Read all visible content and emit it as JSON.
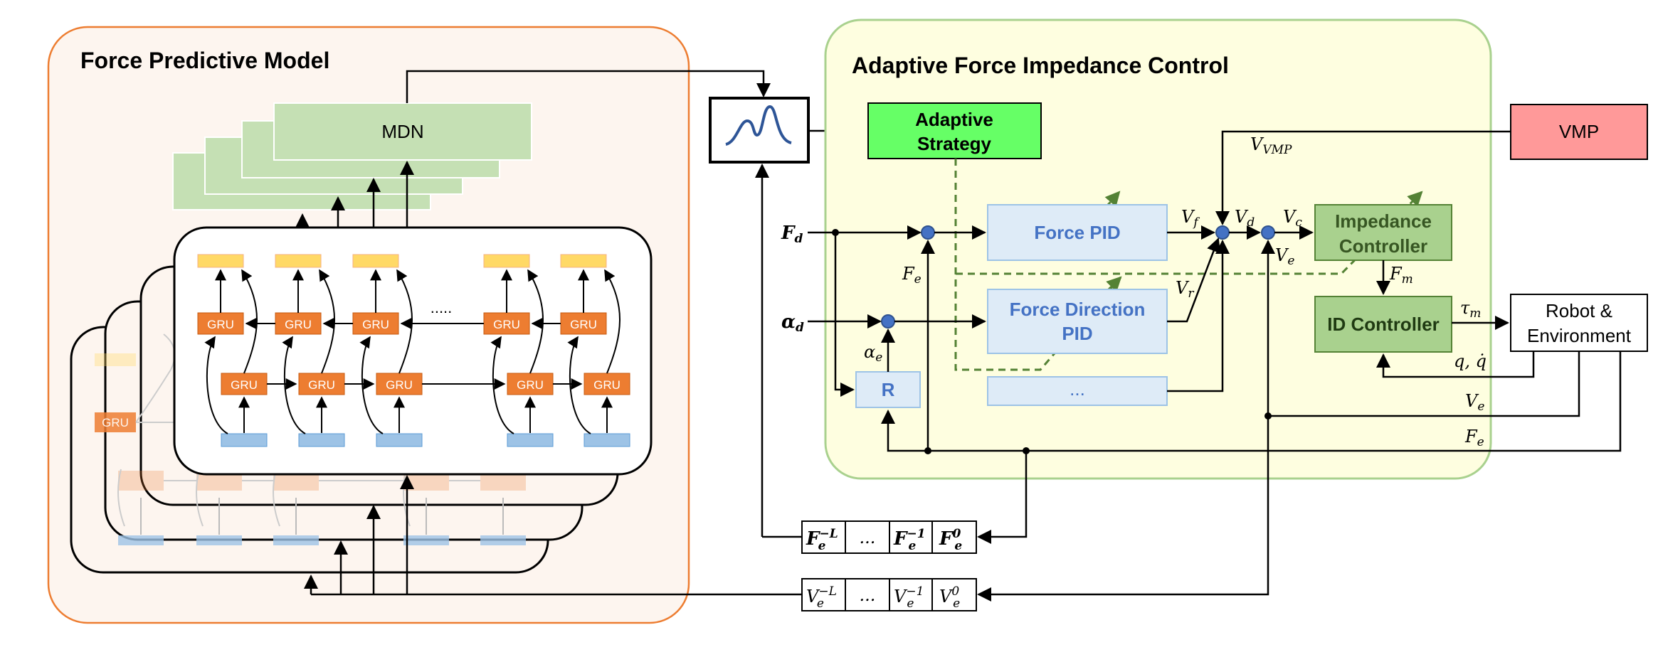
{
  "fpm": {
    "title": "Force Predictive Model",
    "mdn_label": "MDN",
    "gru_label": "GRU",
    "ellipsis": "....."
  },
  "afic": {
    "title": "Adaptive Force Impedance Control",
    "adaptive_strategy_line1": "Adaptive",
    "adaptive_strategy_line2": "Strategy",
    "force_pid": "Force PID",
    "force_direction_pid_line1": "Force Direction",
    "force_direction_pid_line2": "PID",
    "more_pid": "...",
    "r_block": "R",
    "impedance_line1": "Impedance",
    "impedance_line2": "Controller",
    "id_controller": "ID Controller"
  },
  "vmp": {
    "label": "VMP"
  },
  "robot": {
    "line1": "Robot &",
    "line2": "Environment"
  },
  "signals": {
    "F_d": "F",
    "F_d_sub": "d",
    "alpha_d": "α",
    "alpha_d_sub": "d",
    "F_e": "F",
    "F_e_sub": "e",
    "alpha_e": "α",
    "alpha_e_sub": "e",
    "V_f": "V",
    "V_f_sub": "f",
    "V_r": "V",
    "V_r_sub": "r",
    "V_d": "V",
    "V_d_sub": "d",
    "V_c": "V",
    "V_c_sub": "c",
    "V_e": "V",
    "V_e_sub": "e",
    "V_VMP": "V",
    "V_VMP_sub": "VMP",
    "F_m": "F",
    "F_m_sub": "m",
    "tau_m": "τ",
    "tau_m_sub": "m",
    "q_qdot": "q, q̇"
  },
  "buffers": {
    "force": {
      "cell1": "F",
      "cell1_sup": "−L",
      "cell1_sub": "e",
      "cell2": "...",
      "cell3": "F",
      "cell3_sup": "−1",
      "cell3_sub": "e",
      "cell4": "F",
      "cell4_sup": "0",
      "cell4_sub": "e"
    },
    "velocity": {
      "cell1": "V",
      "cell1_sup": "−L",
      "cell1_sub": "e",
      "cell2": "...",
      "cell3": "V",
      "cell3_sup": "−1",
      "cell3_sub": "e",
      "cell4": "V",
      "cell4_sup": "0",
      "cell4_sub": "e"
    }
  },
  "colors": {
    "fpm_bg": "#fdf5ef",
    "fpm_border": "#ed7d31",
    "afic_bg": "#fefee0",
    "afic_border": "#a9d18e",
    "mdn_fill": "#c5e0b4",
    "gru_fill": "#ed7d31",
    "input_fill": "#9dc3e6",
    "output_fill": "#ffd966",
    "pid_fill": "#deebf7",
    "pid_text": "#4472c4",
    "adaptive_fill": "#66ff66",
    "impedance_fill": "#a9d18e",
    "vmp_fill": "#ff9999",
    "dashed": "#548235"
  }
}
